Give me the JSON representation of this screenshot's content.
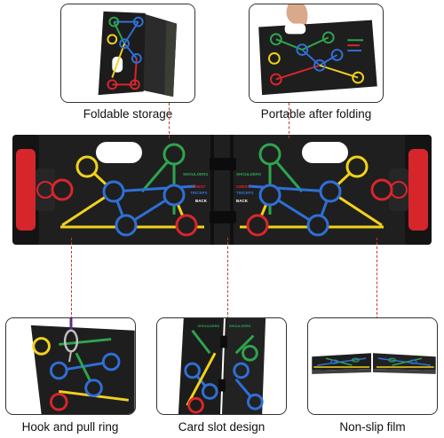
{
  "captions": {
    "foldable_storage": "Foldable storage",
    "portable_after_folding": "Portable after folding",
    "hook_and_pull_ring": "Hook and pull ring",
    "card_slot_design": "Card slot design",
    "non_slip_film": "Non-slip film"
  },
  "board_labels": {
    "shoulders": "SHOULDERS",
    "chest": "CHEST",
    "triceps": "TRICEPS",
    "back": "BACK"
  },
  "colors": {
    "board": "#1f1f1f",
    "handle": "#d7262b",
    "green": "#2ea44f",
    "blue": "#2f6fd6",
    "yellow": "#f2d21b",
    "red": "#d8262b",
    "leader": "#c0392b"
  },
  "icons": [
    "push-up-board-photo",
    "hook-ring-icon"
  ]
}
